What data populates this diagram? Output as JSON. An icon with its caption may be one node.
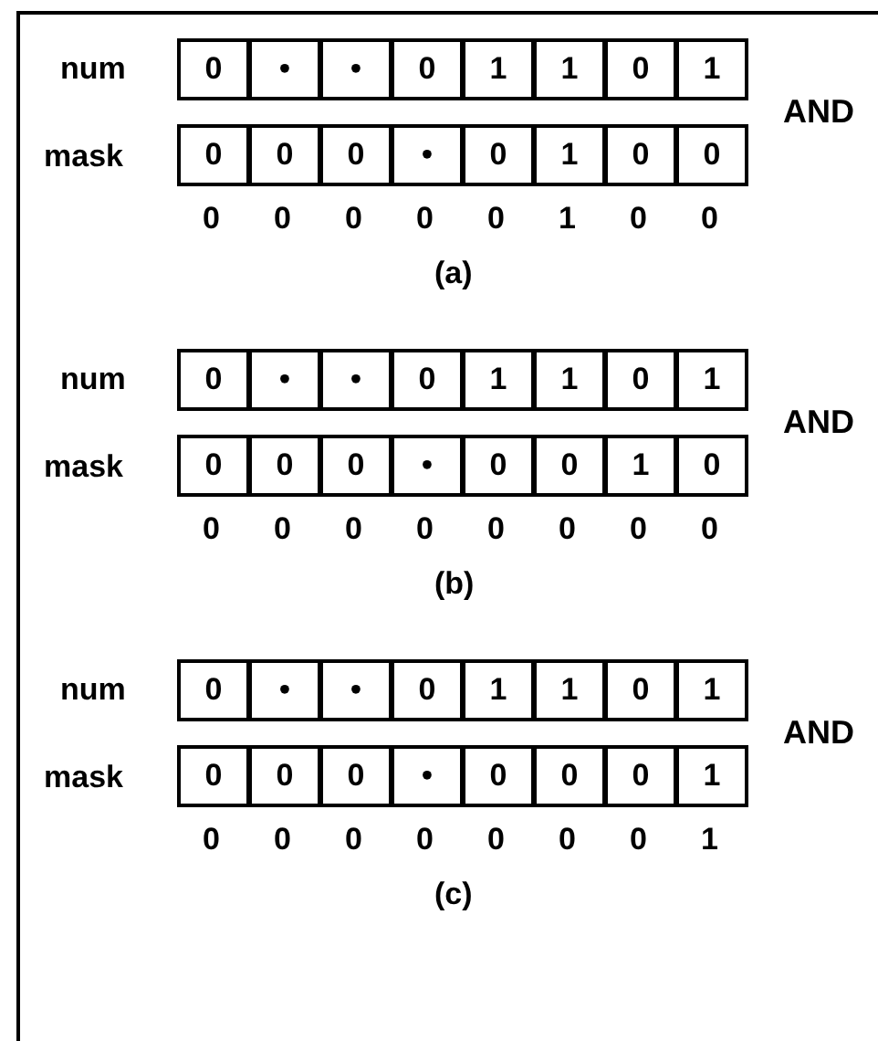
{
  "diagram": {
    "labels": [
      "num",
      "0",
      "•",
      "•",
      "0",
      "1",
      "1",
      "0",
      "1",
      "AND",
      "mask",
      "0",
      "0",
      "0",
      "•",
      "0",
      "1",
      "0",
      "0",
      "0",
      "0",
      "0",
      "0",
      "0",
      "1",
      "0",
      "0",
      "(a)",
      "num",
      "0",
      "•",
      "•",
      "0",
      "1",
      "1",
      "0",
      "1",
      "AND",
      "mask",
      "0",
      "0",
      "0",
      "•",
      "0",
      "0",
      "1",
      "0",
      "0",
      "0",
      "0",
      "0",
      "0",
      "0",
      "0",
      "0",
      "(b)",
      "num",
      "0",
      "•",
      "•",
      "0",
      "1",
      "1",
      "0",
      "1",
      "AND",
      "mask",
      "0",
      "0",
      "0",
      "•",
      "0",
      "0",
      "0",
      "1",
      "0",
      "0",
      "0",
      "0",
      "0",
      "0",
      "0",
      "1",
      "(c)"
    ]
  }
}
